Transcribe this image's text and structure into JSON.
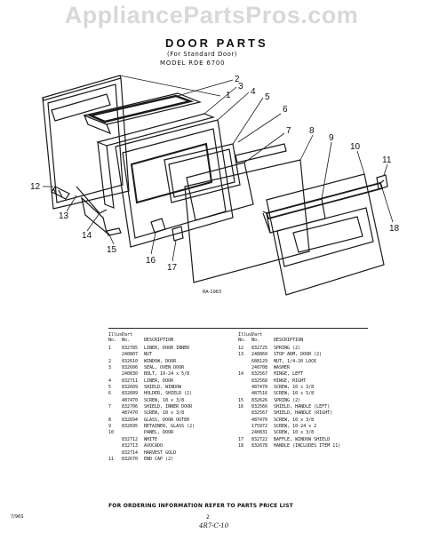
{
  "watermark": "AppliancePartsPros.com",
  "title": "DOOR PARTS",
  "subtitle": "(For Standard Door)",
  "model": "MODEL RDE 6700",
  "callouts": [
    "1",
    "2",
    "3",
    "4",
    "5",
    "6",
    "7",
    "8",
    "9",
    "10",
    "11",
    "12",
    "13",
    "14",
    "15",
    "16",
    "17",
    "18"
  ],
  "ref_code": "RA-1963",
  "table": {
    "header_ill": "Illus.\nNo.",
    "header_part": "Part\nNo.",
    "header_desc": "DESCRIPTION",
    "left": [
      {
        "ill": "1",
        "part": "832785",
        "desc": "LINER, DOOR INNER"
      },
      {
        "ill": "",
        "part": "240807",
        "desc": "NUT"
      },
      {
        "ill": "2",
        "part": "832610",
        "desc": "WINDOW, DOOR"
      },
      {
        "ill": "3",
        "part": "832606",
        "desc": "SEAL, OVEN DOOR"
      },
      {
        "ill": "",
        "part": "240830",
        "desc": "BOLT, 10-24 x 5/8"
      },
      {
        "ill": "4",
        "part": "832711",
        "desc": "LINER, DOOR"
      },
      {
        "ill": "5",
        "part": "832609",
        "desc": "SHIELD, WINDOW"
      },
      {
        "ill": "6",
        "part": "832689",
        "desc": "HOLDER, SHIELD (2)"
      },
      {
        "ill": "",
        "part": "487470",
        "desc": "SCREW, 10 x 3/8"
      },
      {
        "ill": "7",
        "part": "832706",
        "desc": "SHIELD, INNER DOOR"
      },
      {
        "ill": "",
        "part": "487470",
        "desc": "SCREW, 10 x 3/8"
      },
      {
        "ill": "8",
        "part": "832694",
        "desc": "GLASS, DOOR OUTER"
      },
      {
        "ill": "9",
        "part": "832695",
        "desc": "RETAINER, GLASS (2)"
      },
      {
        "ill": "10",
        "part": "",
        "desc": "PANEL, DOOR"
      },
      {
        "ill": "",
        "part": "832712",
        "desc": "WHITE"
      },
      {
        "ill": "",
        "part": "832713",
        "desc": "AVOCADO"
      },
      {
        "ill": "",
        "part": "832714",
        "desc": "HARVEST GOLD"
      },
      {
        "ill": "11",
        "part": "832670",
        "desc": "END CAP (2)"
      }
    ],
    "right": [
      {
        "ill": "12",
        "part": "832725",
        "desc": "SPRING (2)"
      },
      {
        "ill": "13",
        "part": "248869",
        "desc": "STOP ARM, DOOR (2)"
      },
      {
        "ill": "",
        "part": "688129",
        "desc": "NUT, 1/4-20 LOCK"
      },
      {
        "ill": "",
        "part": "240708",
        "desc": "WASHER"
      },
      {
        "ill": "14",
        "part": "832567",
        "desc": "HINGE, LEFT"
      },
      {
        "ill": "",
        "part": "832568",
        "desc": "HINGE, RIGHT"
      },
      {
        "ill": "",
        "part": "487470",
        "desc": "SCREW, 10 x 3/8"
      },
      {
        "ill": "",
        "part": "487516",
        "desc": "SCREW, 10 x 5/8"
      },
      {
        "ill": "15",
        "part": "832626",
        "desc": "SPRING (2)"
      },
      {
        "ill": "16",
        "part": "832566",
        "desc": "SHIELD, HANDLE (LEFT)"
      },
      {
        "ill": "",
        "part": "832567",
        "desc": "SHIELD, HANDLE (RIGHT)"
      },
      {
        "ill": "",
        "part": "487470",
        "desc": "SCREW, 10 x 3/8"
      },
      {
        "ill": "",
        "part": "175972",
        "desc": "SCREW, 10-24 x 2"
      },
      {
        "ill": "",
        "part": "240831",
        "desc": "SCREW, 10 x 3/8"
      },
      {
        "ill": "17",
        "part": "832722",
        "desc": "BAFFLE, WINDOW SHIELD"
      },
      {
        "ill": "18",
        "part": "832678",
        "desc": "HANDLE (INCLUDES ITEM 11)"
      }
    ]
  },
  "footer": "FOR ORDERING INFORMATION REFER TO PARTS PRICE LIST",
  "page_code": "7/96S",
  "page_number": "2",
  "hand_note": "4R7-C-10"
}
